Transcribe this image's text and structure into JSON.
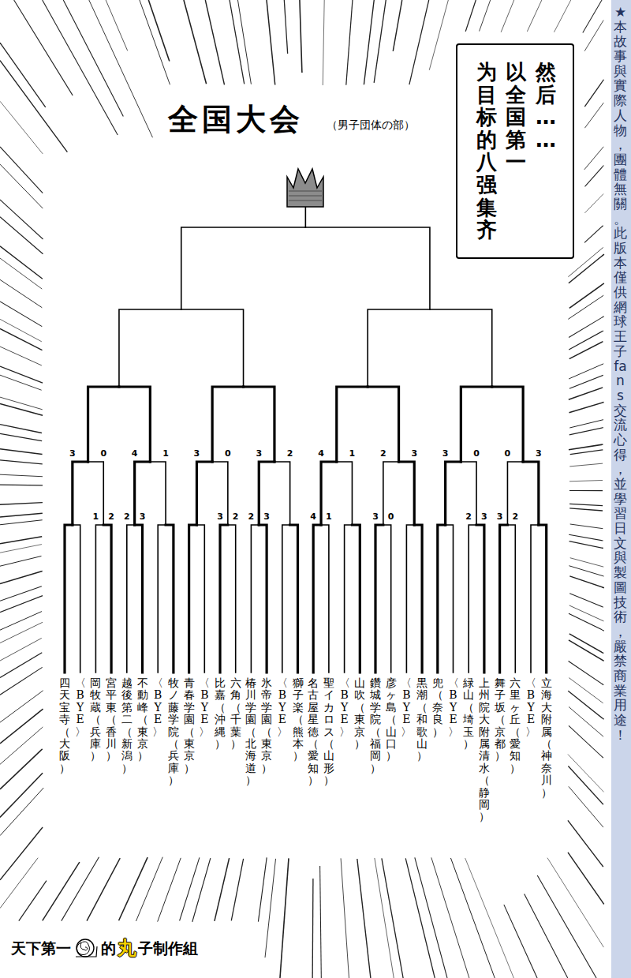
{
  "diagram": {
    "title": "全国大会",
    "nodes": [
      {
        "text": [
          "然后……",
          "以全国第一",
          "为目标的八强集齐"
        ]
      }
    ],
    "labels": [
      "（男子団体の部）",
      "四天宝寺（大阪）",
      "〈BYE〉",
      "岡牧蔵（兵庫）",
      "宮平東（香川）",
      "越後第二（新潟）",
      "不動峰（東京）",
      "〈BYE〉",
      "牧ノ藤学院（兵庫）",
      "青春学園（東京）",
      "〈BYE〉",
      "比嘉（沖縄）",
      "六角（千葉）",
      "椿川学園（北海道）",
      "氷帝学園（東京）",
      "〈BYE〉",
      "獅子楽（熊本）",
      "名古屋星徳（愛知）",
      "聖イカロス（山形）",
      "〈BYE〉",
      "山吹（東京）",
      "鑽城学院（福岡）",
      "彦ヶ島（山口）",
      "〈BYE〉",
      "黒潮（和歌山）",
      "兜（奈良）",
      "〈BYE〉",
      "緑山（埼玉）",
      "上州院大附属清水（静岡）",
      "舞子坂（京都）",
      "六里ヶ丘（愛知）",
      "〈BYE〉",
      "立海大附属（神奈川）",
      "1",
      "2",
      "2",
      "3",
      "3",
      "2",
      "2",
      "3",
      "4",
      "1",
      "3",
      "0",
      "2",
      "3",
      "3",
      "2",
      "3",
      "0",
      "4",
      "1",
      "3",
      "0",
      "3",
      "2",
      "4",
      "1",
      "2",
      "3",
      "3",
      "0",
      "0",
      "3",
      "★本故事與實際人物，團體無關。此版本僅供網球王子fans交流心得，並學習日文與製圖技術，嚴禁商業用途！",
      "天下第一",
      "的",
      "丸",
      "子制作組"
    ]
  }
}
